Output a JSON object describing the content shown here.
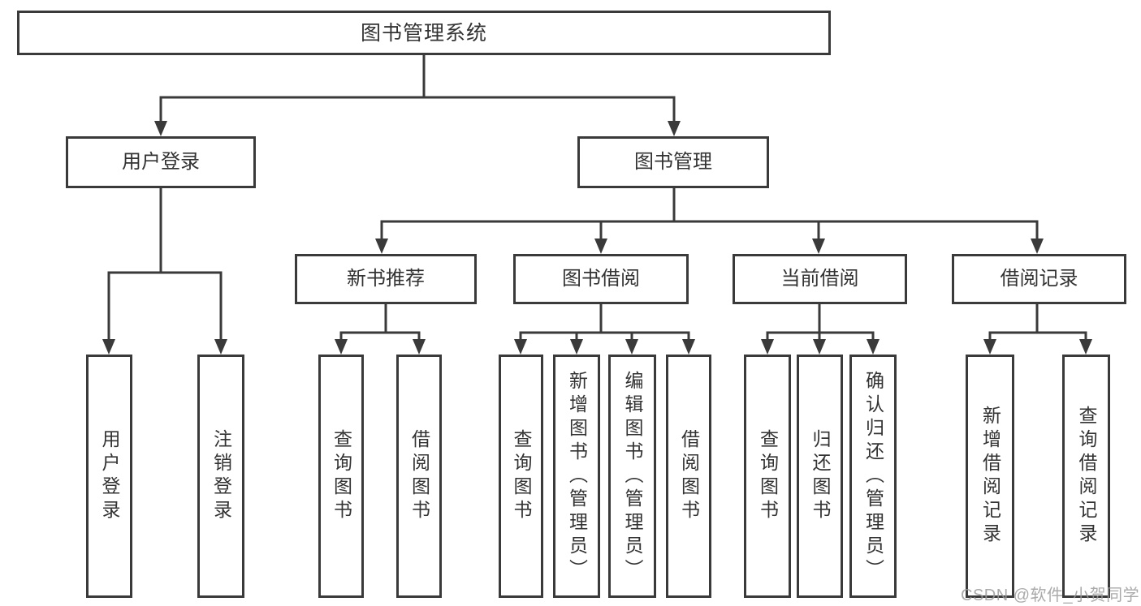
{
  "diagram": {
    "root": "图书管理系统",
    "level2": {
      "user_login": "用户登录",
      "book_management": "图书管理"
    },
    "user_login_children": [
      "用户登录",
      "注销登录"
    ],
    "sections": [
      "新书推荐",
      "图书借阅",
      "当前借阅",
      "借阅记录"
    ],
    "new_book_children": [
      "查询图书",
      "借阅图书"
    ],
    "borrowing_children": [
      "查询图书",
      "新增图书（管理员）",
      "编辑图书（管理员）",
      "借阅图书"
    ],
    "current_children": [
      "查询图书",
      "归还图书",
      "确认归还（管理员）"
    ],
    "record_children": [
      "新增借阅记录",
      "查询借阅记录"
    ]
  },
  "watermark": "CSDN @软件_小贺同学",
  "colors": {
    "line": "#3a3a3a",
    "text": "#333333",
    "background": "#ffffff",
    "watermark": "#9b9b9b"
  }
}
